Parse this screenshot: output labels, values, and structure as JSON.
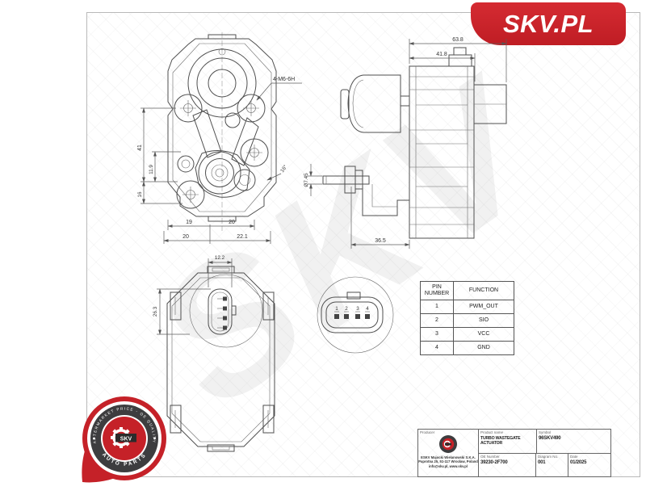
{
  "brand": {
    "logo_text": "SKV.PL",
    "badge_arc_top": "AFTERMARKET PRICE - OE QUALITY",
    "badge_arc_bottom": "AUTO PARTS",
    "badge_center": "SKV",
    "accent_red": "#c52128",
    "line_color": "#4f4f4f"
  },
  "watermark": "SKV",
  "front_view": {
    "thread_callout": "4-M6-6H",
    "dim_vertical_total": "41",
    "dim_vertical_mid": "11.9",
    "dim_vertical_low": "16",
    "dim_bottom_r1a": "19",
    "dim_bottom_r1b": "20",
    "dim_bottom_r2a": "20",
    "dim_bottom_r2b": "22.1",
    "angle_label": "16°"
  },
  "side_view": {
    "dim_total_width": "63.8",
    "dim_body_width": "41.8",
    "dim_rod_diameter": "Ø7.45",
    "dim_rod_offset": "36.5"
  },
  "back_view": {
    "dim_connector_width": "12.2",
    "dim_connector_height": "26.3"
  },
  "connector_view": {
    "pin_labels": [
      "1",
      "2",
      "3",
      "4"
    ]
  },
  "pin_table": {
    "header_pin_line1": "PIN",
    "header_pin_line2": "NUMBER",
    "header_function": "FUNCTION",
    "rows": [
      {
        "pin": "1",
        "function": "PWM_OUT"
      },
      {
        "pin": "2",
        "function": "SIO"
      },
      {
        "pin": "3",
        "function": "VCC"
      },
      {
        "pin": "4",
        "function": "GND"
      }
    ]
  },
  "title_block": {
    "producer_label": "Producer",
    "product_name_label": "Product name",
    "product_name": "TURBO WASTEGATE ACTUATOR",
    "symbol_label": "Symbol",
    "symbol": "96SKV490",
    "oe_number_label": "OE Number",
    "oe_number": "39230-2F700",
    "diagram_no_label": "Diagram No.",
    "diagram_no": "001",
    "date_label": "Date",
    "date": "01/2025",
    "company_line1": "ESKV Majocki Wielanowski S.K.A.",
    "company_line2": "Paprotna 25, 51-117 Wrocław, Poland",
    "company_line3": "info@skv.pl, www.skv.pl"
  }
}
